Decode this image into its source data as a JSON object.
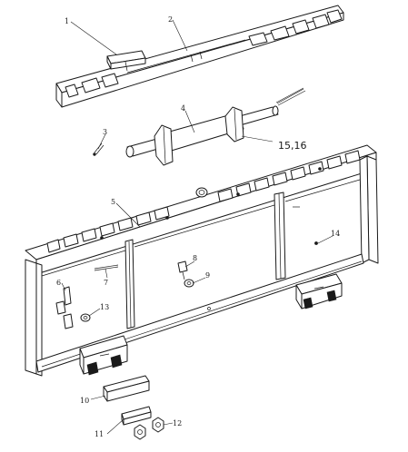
{
  "callouts": [
    {
      "id": "c1",
      "text": "1"
    },
    {
      "id": "c2",
      "text": "2"
    },
    {
      "id": "c3",
      "text": "3"
    },
    {
      "id": "c4",
      "text": "4"
    },
    {
      "id": "c1516",
      "text": "15,16"
    },
    {
      "id": "c5",
      "text": "5"
    },
    {
      "id": "c14",
      "text": "14"
    },
    {
      "id": "c8",
      "text": "8"
    },
    {
      "id": "c9",
      "text": "9"
    },
    {
      "id": "c7",
      "text": "7"
    },
    {
      "id": "c6",
      "text": "6"
    },
    {
      "id": "c13",
      "text": "13"
    },
    {
      "id": "c10",
      "text": "10"
    },
    {
      "id": "c11",
      "text": "11"
    },
    {
      "id": "c12",
      "text": "12"
    }
  ]
}
